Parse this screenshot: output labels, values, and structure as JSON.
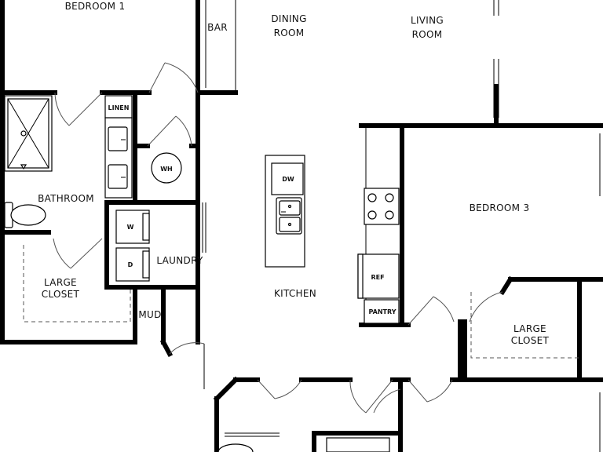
{
  "rooms": {
    "bedroom1": "BEDROOM 1",
    "bar": "BAR",
    "dining": [
      "DINING",
      "ROOM"
    ],
    "living": [
      "LIVING",
      "ROOM"
    ],
    "bathroom": "BATHROOM",
    "linen": "LINEN",
    "wh": "WH",
    "dw": "DW",
    "bedroom3": "BEDROOM 3",
    "washer": "W",
    "dryer": "D",
    "laundry": "LAUNDRY",
    "ref": "REF",
    "large_closet_left": [
      "LARGE",
      "CLOSET"
    ],
    "kitchen": "KITCHEN",
    "mud": "MUD",
    "pantry": "PANTRY",
    "large_closet_right": [
      "LARGE",
      "CLOSET"
    ]
  }
}
